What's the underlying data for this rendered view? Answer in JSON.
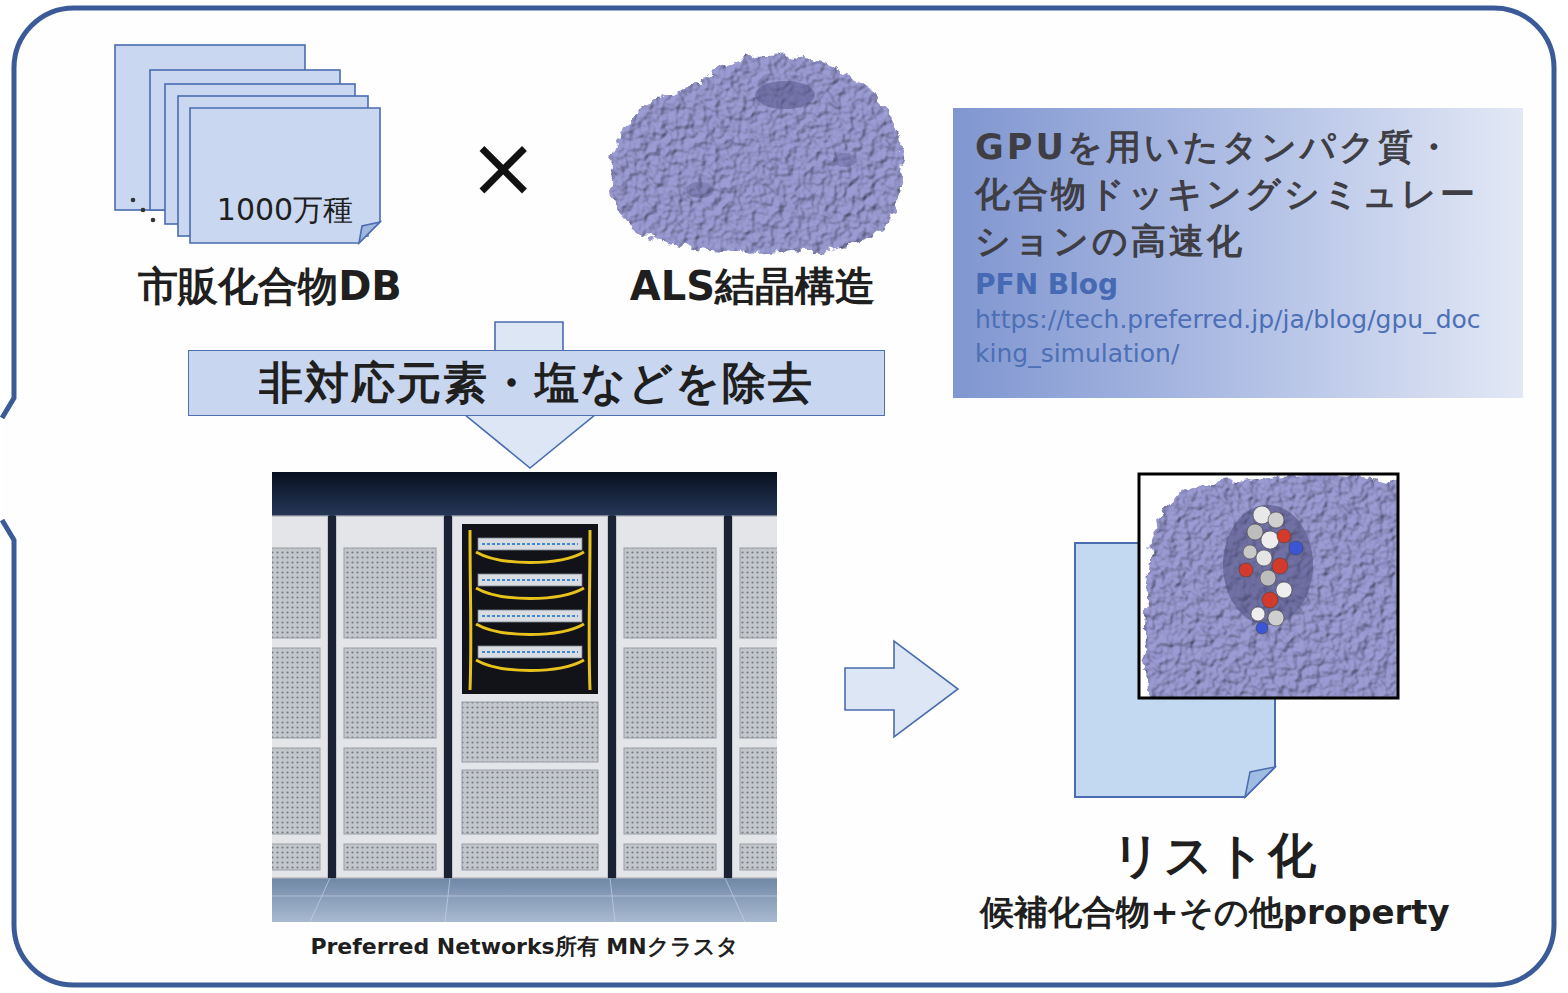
{
  "diagram": {
    "nodes": [
      {
        "text": [
          "1000万種",
          "市販化合物DB"
        ]
      },
      {
        "text": [
          "ALS結晶構造"
        ]
      },
      {
        "text": [
          "GPUを用いたタンパク質・化合物ドッキングシミュレーションの高速化",
          "PFN Blog",
          "https://tech.preferred.jp/ja/blog/gpu_docking_simulation/"
        ]
      },
      {
        "text": [
          "非対応元素・塩などを除去"
        ]
      },
      {
        "text": [
          "Preferred Networks所有 MNクラスタ"
        ]
      },
      {
        "text": [
          "リスト化",
          "候補化合物+その他property"
        ]
      }
    ],
    "edges": [
      {
        "from": 3,
        "to": 4,
        "arrow": "to"
      },
      {
        "from": 4,
        "to": 5,
        "arrow": "to"
      }
    ],
    "labels": [
      "×"
    ]
  }
}
